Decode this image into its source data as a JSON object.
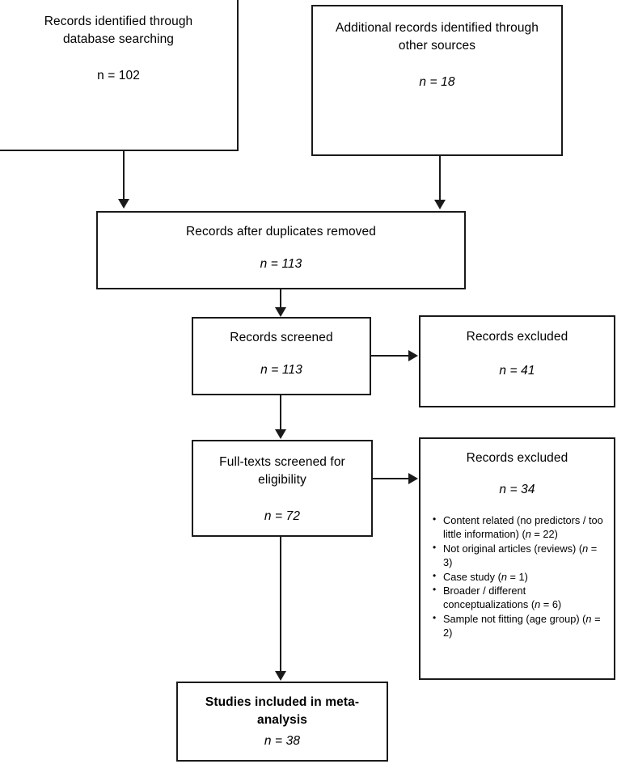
{
  "diagram": {
    "type": "prisma-flow-diagram",
    "nodes": {
      "identified_database": {
        "title": "Records identified through\ndatabase searching",
        "count_label": "n = 102",
        "count_value": 102
      },
      "identified_other": {
        "title": "Additional records identified through\nother sources",
        "count_label": "n = 18",
        "count_value": 18
      },
      "duplicates_removed": {
        "title": "Records after duplicates removed",
        "count_label": "n = 113",
        "count_value": 113
      },
      "records_screened": {
        "title": "Records screened",
        "count_label": "n = 113",
        "count_value": 113
      },
      "records_excluded_1": {
        "title": "Records excluded",
        "count_label": "n = 41",
        "count_value": 41
      },
      "fulltext_screened": {
        "title": "Full-texts screened for\neligibility",
        "count_label": "n = 72",
        "count_value": 72
      },
      "records_excluded_2": {
        "title": "Records excluded",
        "count_label": "n = 34",
        "count_value": 34,
        "reasons": [
          "Content related (no predictors / too little information) (n = 22)",
          "Not original articles (reviews) (n = 3)",
          "Case study (n = 1)",
          "Broader / different conceptualizations (n = 6)",
          "Sample not fitting (age group) (n = 2)"
        ]
      },
      "included": {
        "title": "Studies included in meta-\nanalysis",
        "count_label": "n = 38",
        "count_value": 38
      }
    },
    "colors": {
      "line": "#1a1a1a",
      "background": "#ffffff",
      "text": "#000000"
    }
  }
}
